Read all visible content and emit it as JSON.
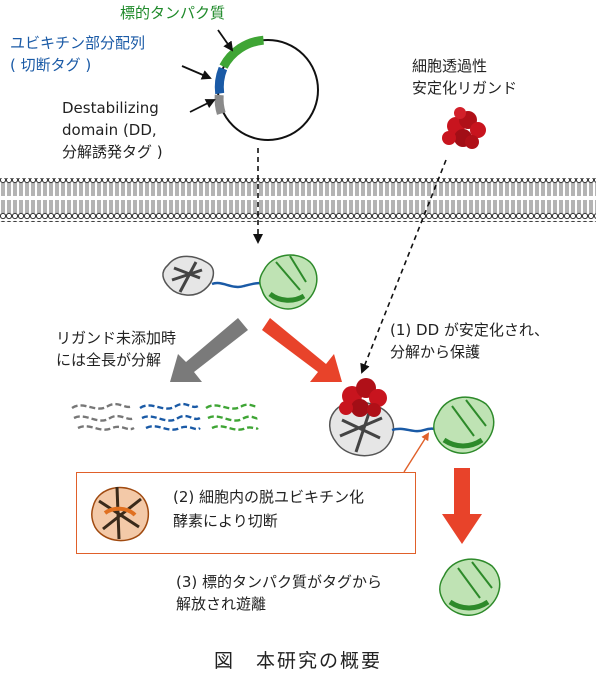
{
  "labels": {
    "target_protein": "標的タンパク質",
    "ubiquitin_seq_1": "ユビキチン部分配列",
    "ubiquitin_seq_2": "( 切断タグ )",
    "dd_1": "Destabilizing",
    "dd_2": "domain (DD,",
    "dd_3": "分解誘発タグ )",
    "ligand_1": "細胞透過性",
    "ligand_2": "安定化リガンド",
    "no_ligand_1": "リガンド未添加時",
    "no_ligand_2": "には全長が分解",
    "step1_1": "(1) DD が安定化され、",
    "step1_2": "分解から保護",
    "step2_1": "(2) 細胞内の脱ユビキチン化",
    "step2_2": "酵素により切断",
    "step3_1": "(3) 標的タンパク質がタグから",
    "step3_2": "解放され遊離"
  },
  "caption": "図　本研究の概要",
  "colors": {
    "target": "#3fa535",
    "ubiquitin": "#1a5aa6",
    "dd": "#8a8a8a",
    "arrow_red": "#e8432a",
    "arrow_gray": "#7a7a7a",
    "ligand": "#c8141e",
    "enzyme": "#c86414"
  }
}
